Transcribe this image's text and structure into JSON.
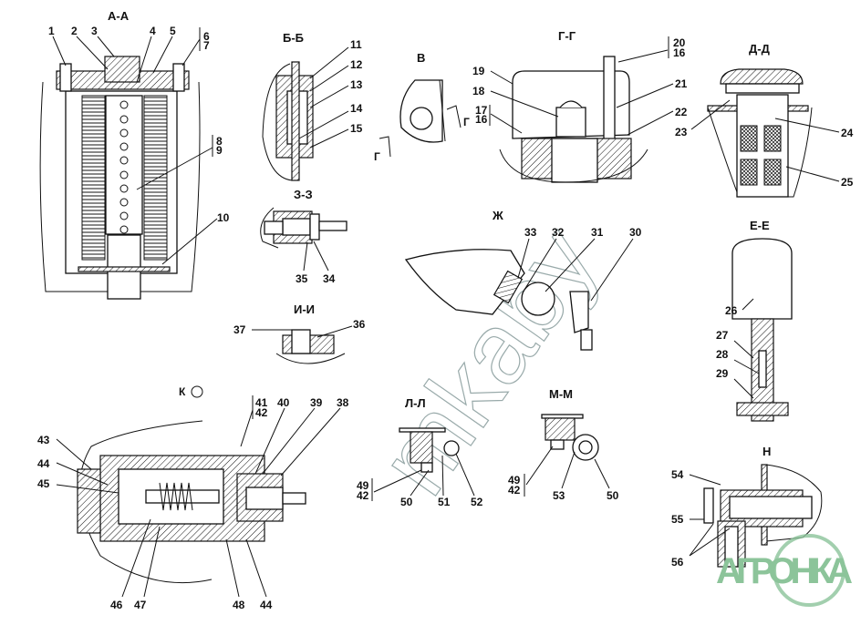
{
  "sections": {
    "aa": "А-А",
    "bb": "Б-Б",
    "v": "В",
    "gg": "Г-Г",
    "dd": "Д-Д",
    "zz": "З-З",
    "zh": "Ж",
    "ee": "Е-Е",
    "ii": "И-И",
    "k": "К",
    "ll": "Л-Л",
    "mm": "М-М",
    "n": "Н",
    "g_mark": "Г"
  },
  "callouts": {
    "c1": "1",
    "c2": "2",
    "c3": "3",
    "c4": "4",
    "c5": "5",
    "c6": "6",
    "c7": "7",
    "c8": "8",
    "c9": "9",
    "c10": "10",
    "c11": "11",
    "c12": "12",
    "c13": "13",
    "c14": "14",
    "c15": "15",
    "c16": "16",
    "c17": "17",
    "c18": "18",
    "c19": "19",
    "c20": "20",
    "c21": "21",
    "c22": "22",
    "c23": "23",
    "c24": "24",
    "c25": "25",
    "c26": "26",
    "c27": "27",
    "c28": "28",
    "c29": "29",
    "c30": "30",
    "c31": "31",
    "c32": "32",
    "c33": "33",
    "c34": "34",
    "c35": "35",
    "c36": "36",
    "c37": "37",
    "c38": "38",
    "c39": "39",
    "c40": "40",
    "c41": "41",
    "c42": "42",
    "c43": "43",
    "c44": "44",
    "c45": "45",
    "c46": "46",
    "c47": "47",
    "c48": "48",
    "c49": "49",
    "c50": "50",
    "c51": "51",
    "c52": "52",
    "c53": "53",
    "c54": "54",
    "c55": "55",
    "c56": "56"
  },
  "watermark": "mkaby",
  "logo": "АГРОНКА",
  "colors": {
    "line": "#111111",
    "logo": "#8cc49a",
    "watermark": "#99aaaa"
  }
}
